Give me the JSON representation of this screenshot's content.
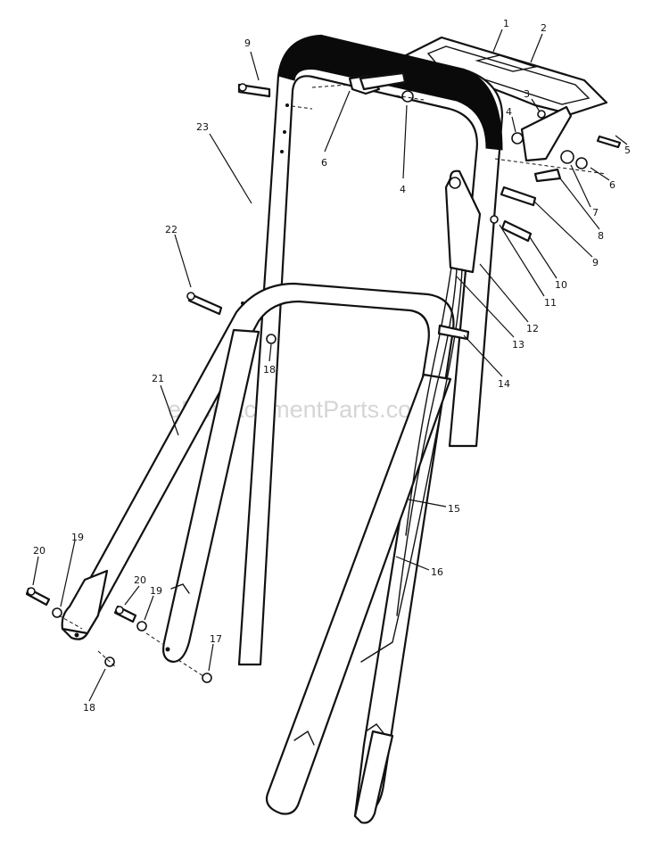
{
  "watermark": "eReplacementParts.com",
  "colors": {
    "line": "#111111",
    "grip": "#0a0a0a",
    "background": "#ffffff",
    "watermark": "#c8c8c8"
  },
  "callouts": {
    "c1": "1",
    "c2": "2",
    "c3": "3",
    "c4a": "4",
    "c4b": "4",
    "c5": "5",
    "c6a": "6",
    "c6b": "6",
    "c7": "7",
    "c8": "8",
    "c9a": "9",
    "c9b": "9",
    "c10": "10",
    "c11": "11",
    "c12": "12",
    "c13": "13",
    "c14": "14",
    "c15": "15",
    "c16": "16",
    "c17": "17",
    "c18a": "18",
    "c18b": "18",
    "c19a": "19",
    "c19b": "19",
    "c20a": "20",
    "c20b": "20",
    "c21": "21",
    "c22": "22",
    "c23": "23"
  }
}
